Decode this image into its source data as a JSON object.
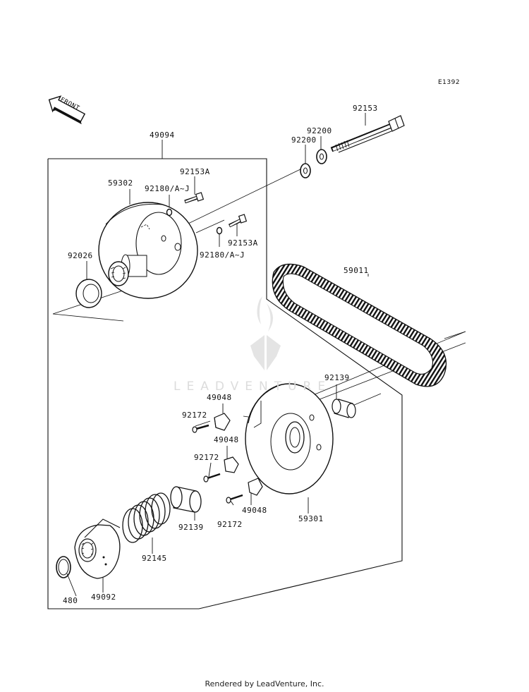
{
  "diagram_ref": "E1392",
  "front_label": "FRONT",
  "watermark_text": "LEADVENTURE",
  "footer": "Rendered by LeadVenture, Inc.",
  "parts": {
    "p49094": "49094",
    "p59302": "59302",
    "p92180_upper": "92180/A~J",
    "p92153a_upper": "92153A",
    "p92180_lower": "92180/A~J",
    "p92153a_lower": "92153A",
    "p92026": "92026",
    "p92200_a": "92200",
    "p92200_b": "92200",
    "p92153": "92153",
    "p59011": "59011",
    "p92139_right": "92139",
    "p49048_top": "49048",
    "p92172_top": "92172",
    "p49048_mid": "49048",
    "p92172_mid": "92172",
    "p49048_bot": "49048",
    "p92172_bot": "92172",
    "p92139_left": "92139",
    "p59301": "59301",
    "p92145": "92145",
    "p480": "480",
    "p49092": "49092"
  }
}
